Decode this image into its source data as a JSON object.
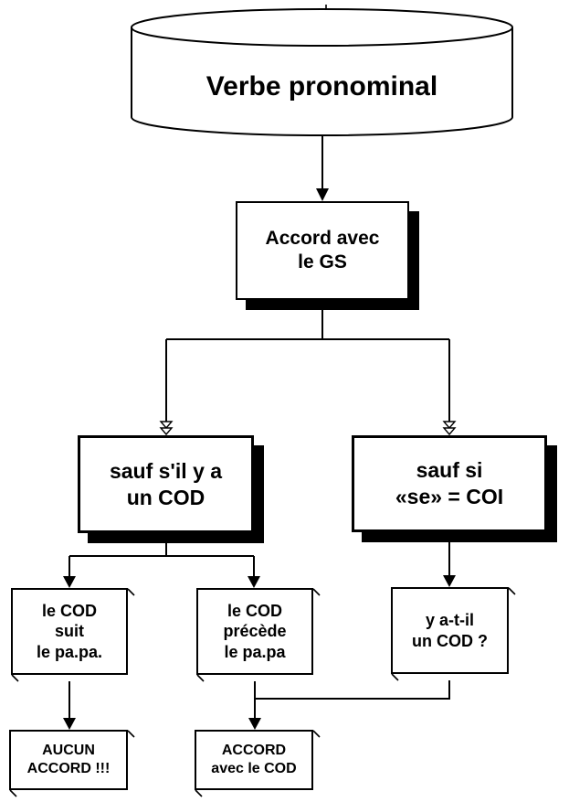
{
  "diagram": {
    "background_color": "#ffffff",
    "line_color": "#000000",
    "box_fill_color": "#ffffff",
    "shadow_color": "#000000",
    "nodes": {
      "root": "Verbe pronominal",
      "accord_gs": "Accord avec\nle GS",
      "sauf_cod": "sauf s'il y a\nun COD",
      "sauf_se": "sauf si\n«se» = COI",
      "cod_suit": "le COD\nsuit\nle pa.pa.",
      "cod_precede": "le COD\nprécède\nle pa.pa",
      "y_a_t_il": "y a-t-il\nun COD ?",
      "aucun_accord": "AUCUN\nACCORD !!!",
      "accord_cod": "ACCORD\navec le COD"
    }
  }
}
